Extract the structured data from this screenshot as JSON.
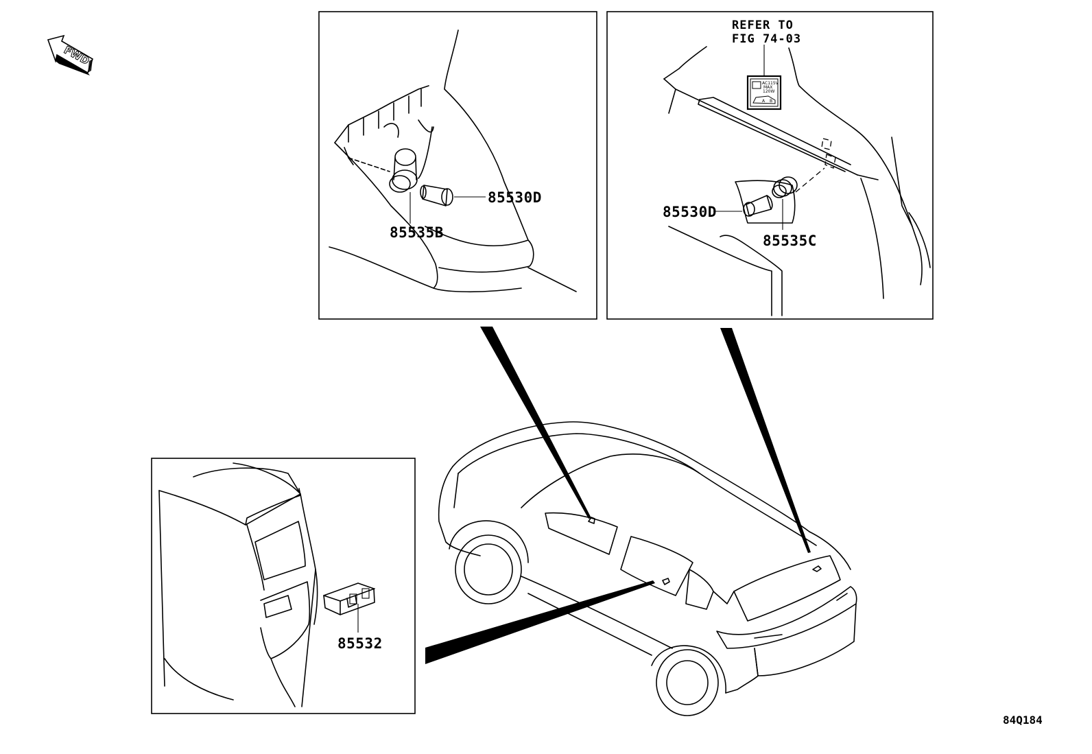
{
  "diagram": {
    "fwd_label": "FWD",
    "figure_code": "84Q184",
    "refer_note": {
      "line1": "REFER TO",
      "line2": "FIG 74-03"
    },
    "label_icon": {
      "line1": "AC115V",
      "line2": "MAX",
      "line3": "120W",
      "line4": "A",
      "line5": "B"
    },
    "parts": {
      "left_inset_socket": "85530D",
      "left_inset_cover": "85535B",
      "right_inset_socket": "85530D",
      "right_inset_cover": "85535C",
      "bottom_inset_switch": "85532"
    }
  }
}
